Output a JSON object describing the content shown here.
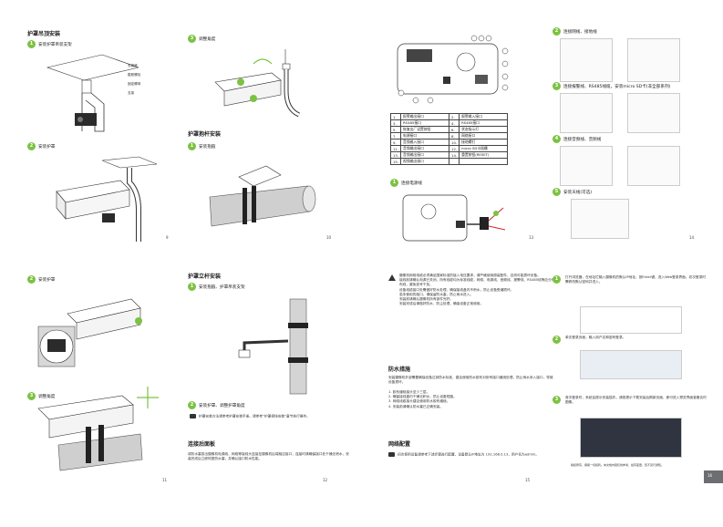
{
  "p9": {
    "title": "护罩吊顶安装",
    "step1": "安装护罩吊装支架",
    "step2": "安装护罩",
    "labels": [
      "安装座",
      "膨胀螺栓",
      "固定螺母",
      "支架"
    ],
    "page": "9"
  },
  "p10": {
    "step3": "调整角度",
    "title": "护罩抱杆安装",
    "step1": "安装抱箍",
    "page": "10"
  },
  "p13": {
    "legend": [
      [
        "1.",
        "报警输出接口",
        "2.",
        "报警输入接口"
      ],
      [
        "3.",
        "RS485接口",
        "4.",
        "RS485接口"
      ],
      [
        "5.",
        "恢复出厂设置按钮",
        "6.",
        "状态指示灯"
      ],
      [
        "7.",
        "电源接口",
        "8.",
        "网络接口"
      ],
      [
        "9.",
        "音频输入接口",
        "10.",
        "接地螺钉"
      ],
      [
        "11.",
        "音频输出接口",
        "12.",
        "micro SD卡插槽"
      ],
      [
        "13.",
        "音频输出接口",
        "14.",
        "重置按钮(RESET)"
      ],
      [
        "15.",
        "视频输出接口",
        "",
        ""
      ]
    ],
    "step1": "连接电源线",
    "page": "13"
  },
  "p14": {
    "step2": "连接网线、接地线",
    "step3": "连接报警线、RS485线缆，安装micro SD卡(非全部系列)",
    "step4": "连接音频线、音频线",
    "step5": "安装天线(可选)",
    "page": "14"
  },
  "p11": {
    "step2": "安装护罩",
    "step3": "调整角度",
    "page": "11"
  },
  "p12": {
    "title": "护罩立杆安装",
    "step1": "安装抱箍、护罩吊装支架",
    "step2": "安装护罩、调整护罩角度",
    "note": "护罩安装方法请参考护罩安装手册。请参考“护罩接线安装”章节执行操作。",
    "section": "连接后面板",
    "para": "将防水塞拔出摄像机电源线、网络等接线头连接至摄像机后端相应接口，连接时请确保接口处干燥无积水，安装完成后立即恢复防水塞，并确认接口防水性能。",
    "page": "12"
  },
  "p15": {
    "warn_lines": [
      "摄像机网络电缆必须满足国家标准的接入电压要求，请严格使用原装配件，否则可能损坏设备。",
      "接线前请确认电源已关闭，所有线缆均为标准线缆，网络、电源线、音频线、报警线、RS485线等应分开布线，避免信号干扰。",
      "设备线缆接口处需做好防水处理，确保接线盒内不积水，防止设备受潮损坏。",
      "若未使用的接口，请保留防水塞，防止雨水进入。",
      "安装前请确认摄像机所有部件完好。",
      "安装完成后请做好防水、防尘处理，确保设备正常使用。"
    ],
    "section1": "防水措施",
    "para1": "安装摄像机外部需要确保设备达到防水标准，建议使用防水胶布对所有接口缠绕处理，防止雨水渗入接口，导致设备损坏。",
    "list": [
      "1. 胶布缠绕接头至少三层。",
      "2. 确保接线盒内干燥无积水，防止设备短路。",
      "3. 网络线缆接头建议使用防水胶布缠绕。",
      "4. 安装前请确认防水塞已正确安装。"
    ],
    "section2": "网络配置",
    "note2": "初次使用设备请参考下述步骤进行配置，设备默认IP地址为 192.168.0.13，用户名为admin。",
    "page": "15"
  },
  "p16": {
    "step1": "打开浏览器，在地址栏输入摄像机的默认IP地址，按Enter键，进入Web登录界面。初次登录时需修改默认密码并进入。",
    "step2": "单击登录页面，输入用户名和密码登录。",
    "step3": "首次登录时，系统会提示安装插件，请按提示下载安装后刷新页面，即可进入预览界面查看实时图像。",
    "footer": "版权所有，保留一切权利。本文档内容仅供参考，如有变更，恕不另行通知。",
    "page": "16"
  }
}
